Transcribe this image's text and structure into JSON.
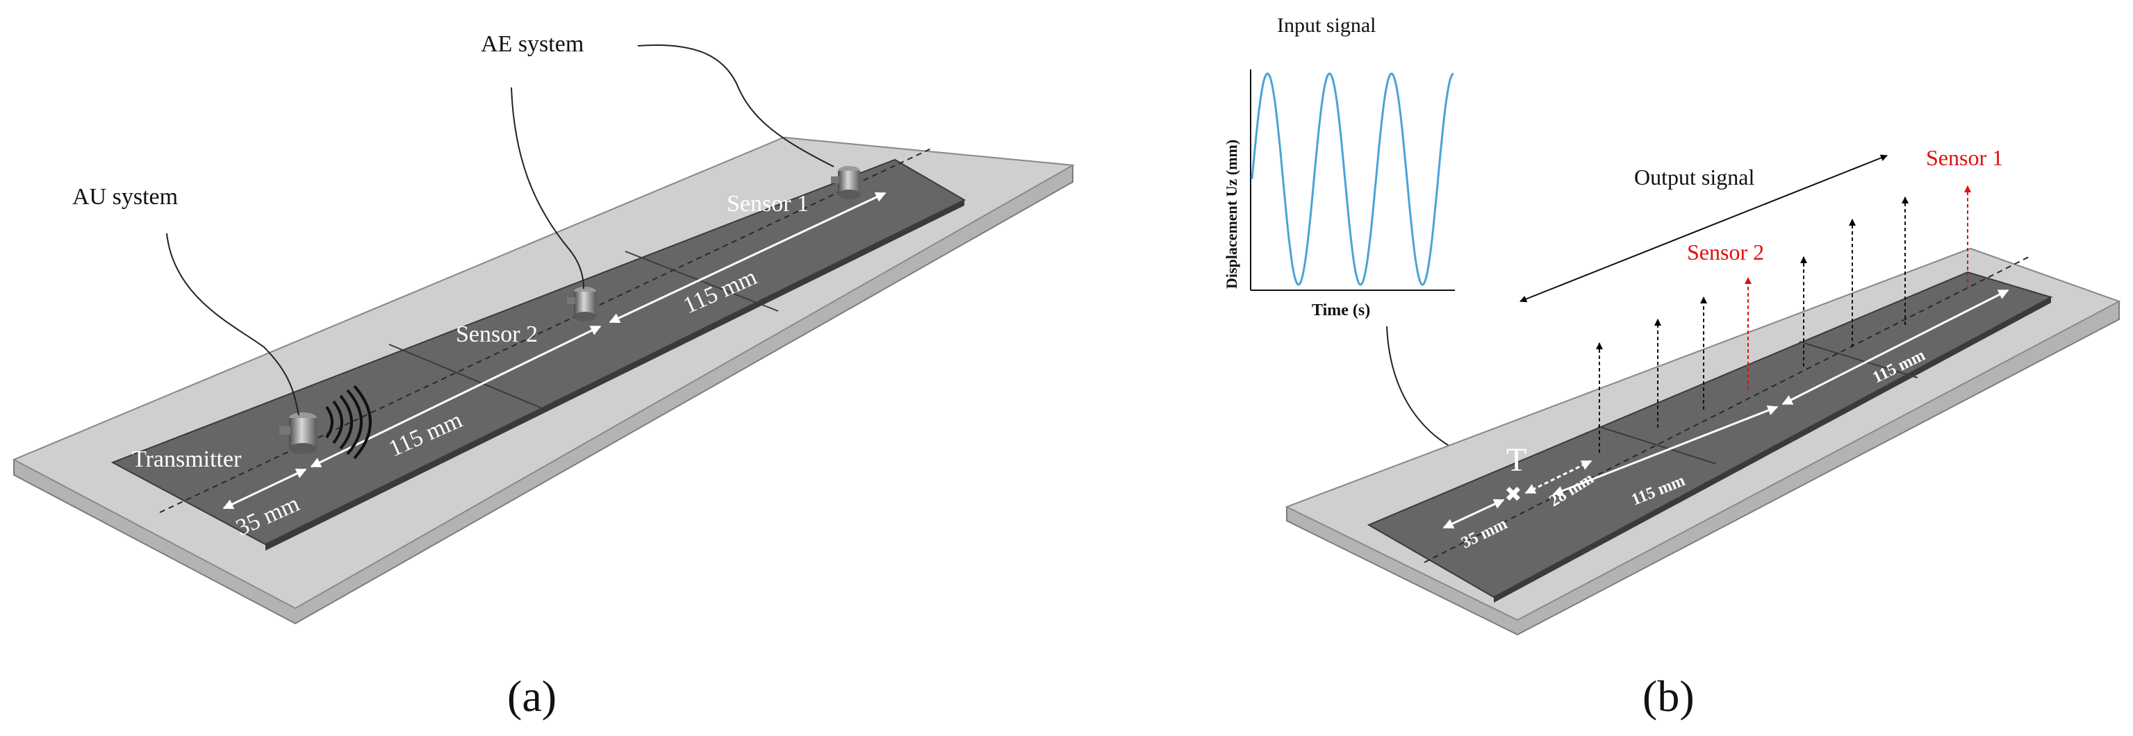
{
  "panel_a": {
    "caption": "(a)",
    "labels": {
      "au_system": "AU system",
      "ae_system": "AE system",
      "sensor1": "Sensor 1",
      "sensor2": "Sensor 2",
      "transmitter": "Transmitter",
      "dim_35": "35 mm",
      "dim_115_lower": "115 mm",
      "dim_115_upper": "115 mm"
    }
  },
  "panel_b": {
    "caption": "(b)",
    "labels": {
      "input_signal": "Input signal",
      "output_signal": "Output signal",
      "sensor1": "Sensor 1",
      "sensor2": "Sensor 2",
      "transmitter_mark": "T",
      "dim_35": "35 mm",
      "dim_28": "28 mm",
      "dim_115_mid": "115 mm",
      "dim_115_right": "115 mm"
    },
    "inset_plot": {
      "ylabel": "Displacement Uz (mm)",
      "xlabel": "Time (s)"
    }
  },
  "colors": {
    "plate_fill": "#c8c8c8",
    "plate_stroke": "#8a8a8a",
    "strip_fill": "#6a6a6a",
    "highlight_red": "#e01010",
    "signal_blue": "#4aa3d8"
  },
  "chart_data": {
    "type": "line",
    "series": [
      {
        "values": "sinusoid, 3 periods"
      }
    ],
    "xlabel": "Time (s)",
    "ylabel": "Displacement Uz (mm)",
    "grid": false
  }
}
